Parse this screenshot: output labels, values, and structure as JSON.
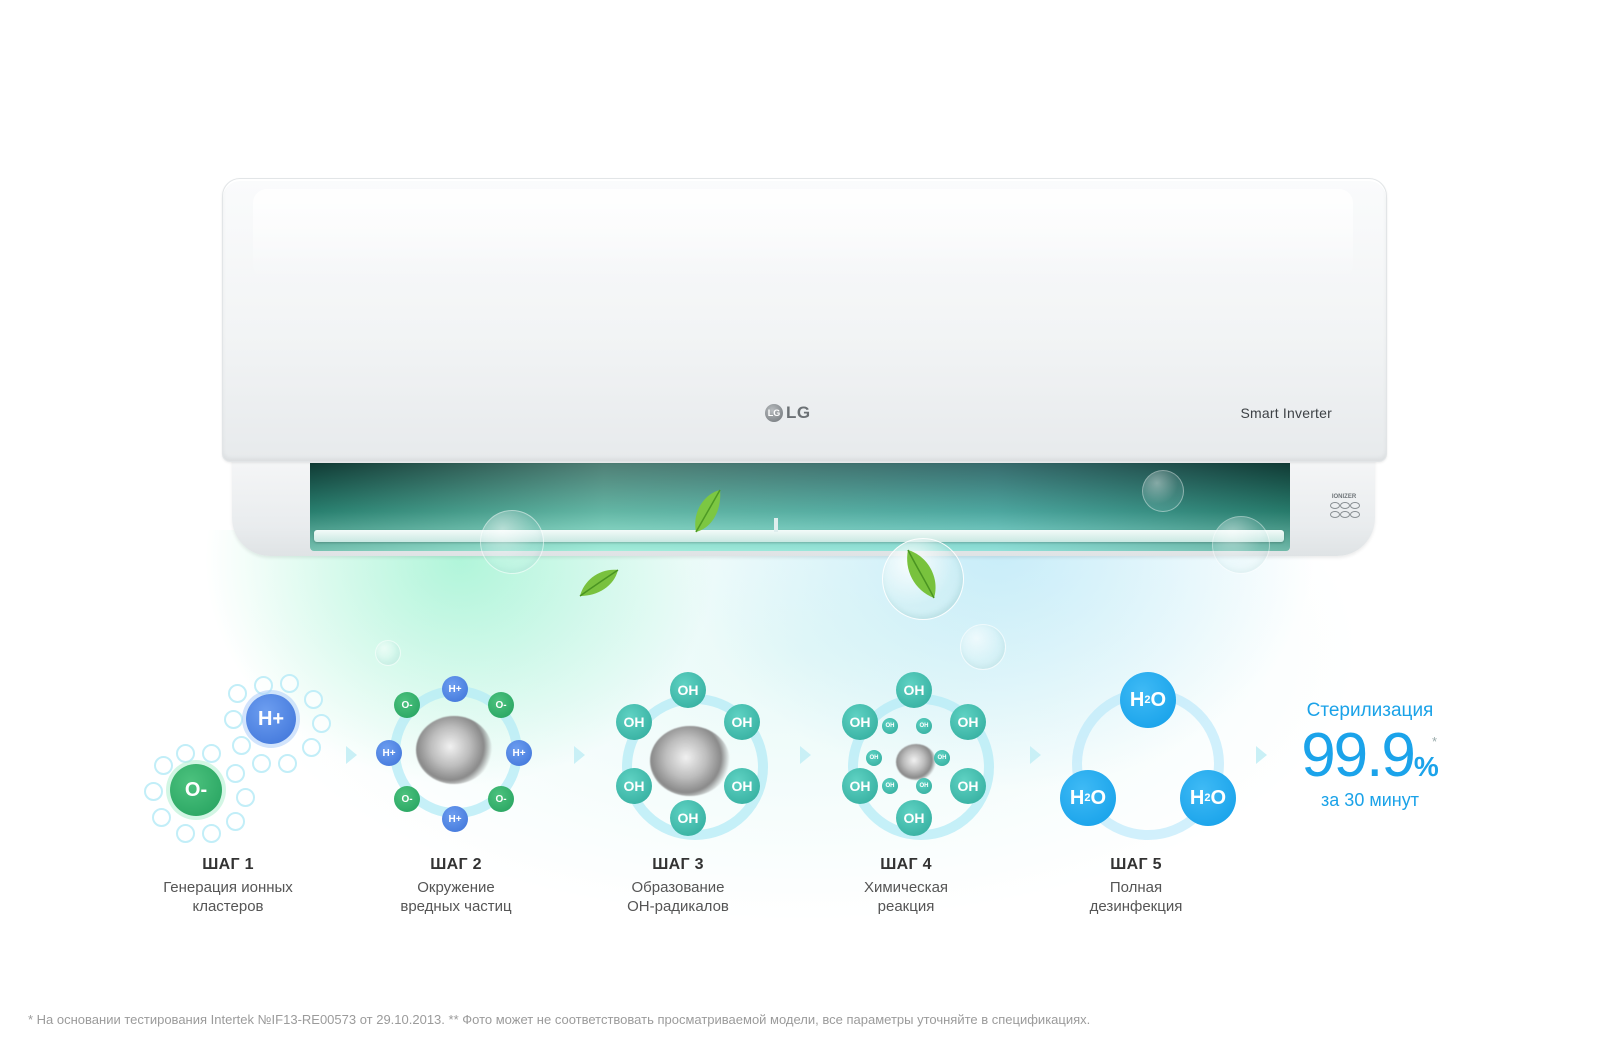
{
  "device": {
    "brand_logo": "LG",
    "brand_badge": "LG",
    "model_label": "Smart Inverter",
    "ionizer_label": "IONIZER"
  },
  "steps": [
    {
      "title": "ШАГ 1",
      "desc_line1": "Генерация ионных",
      "desc_line2": "кластеров"
    },
    {
      "title": "ШАГ 2",
      "desc_line1": "Окружение",
      "desc_line2": "вредных частиц"
    },
    {
      "title": "ШАГ 3",
      "desc_line1": "Образование",
      "desc_line2": "ОН-радикалов"
    },
    {
      "title": "ШАГ 4",
      "desc_line1": "Химическая",
      "desc_line2": "реакция"
    },
    {
      "title": "ШАГ 5",
      "desc_line1": "Полная",
      "desc_line2": "дезинфекция"
    }
  ],
  "molecules": {
    "h_plus": "H+",
    "o_minus": "O-",
    "oh": "OH",
    "h2o_h": "H",
    "h2o_sub": "2",
    "h2o_o": "O"
  },
  "sterilization": {
    "title": "Стерилизация",
    "value": "99.9",
    "unit": "%",
    "asterisk": "*",
    "duration": "за 30 минут"
  },
  "footnote": "* На основании тестирования Intertek №IF13-RE00573 от 29.10.2013.  ** Фото может не соответствовать просматриваемой модели, все параметры уточняйте в спецификациях.",
  "colors": {
    "oh": "#35b3a4",
    "h_plus": "#4a80e0",
    "o_minus": "#2fae68",
    "h2o": "#1aa6ee",
    "sterilization_text": "#1ba3ea"
  }
}
